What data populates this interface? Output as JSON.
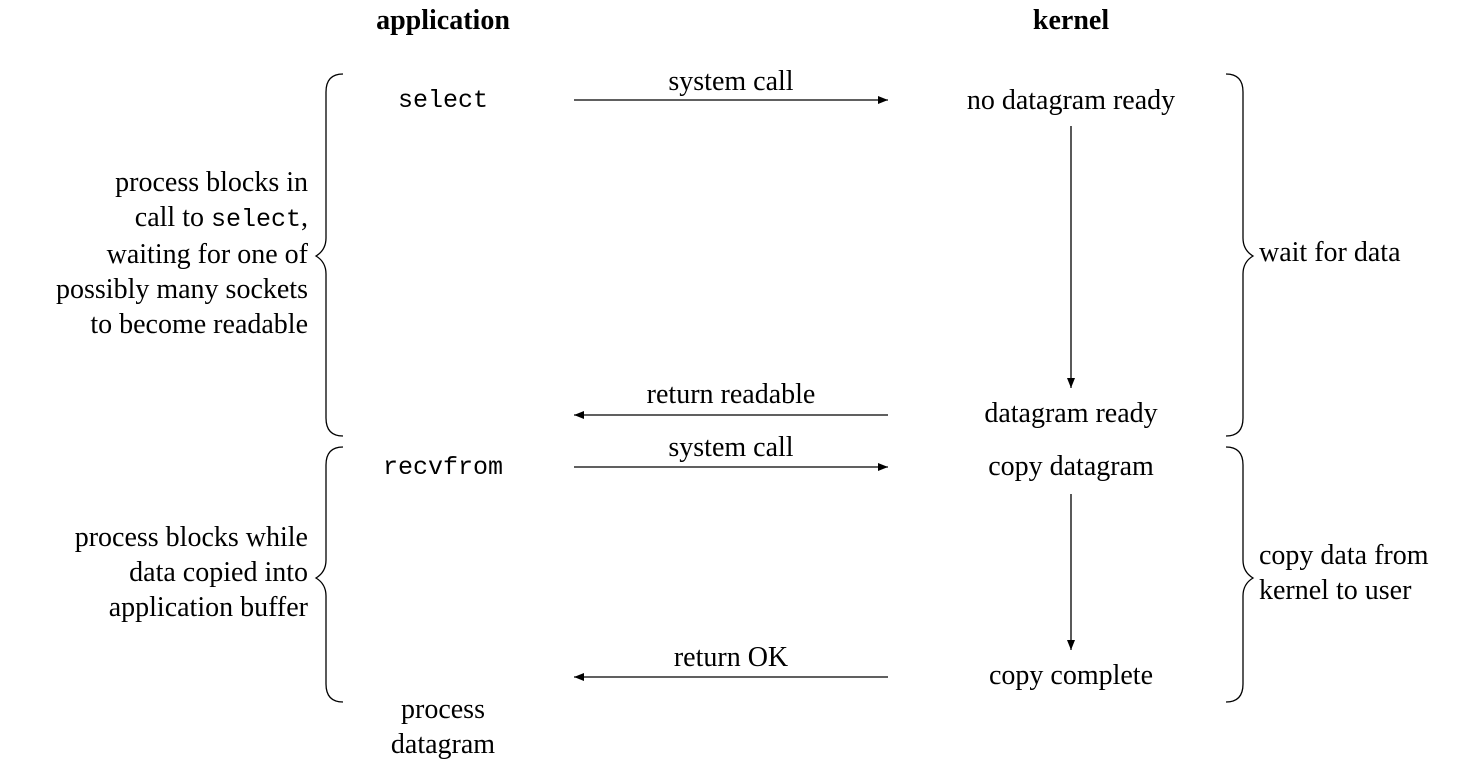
{
  "headers": {
    "application": "application",
    "kernel": "kernel"
  },
  "application_calls": {
    "select": "select",
    "recvfrom": "recvfrom",
    "process_datagram": [
      "process",
      "datagram"
    ]
  },
  "messages": {
    "system_call_1": "system call",
    "return_readable": "return readable",
    "system_call_2": "system call",
    "return_ok": "return OK"
  },
  "kernel_states": {
    "no_datagram_ready": "no datagram ready",
    "datagram_ready": "datagram ready",
    "copy_datagram": "copy datagram",
    "copy_complete": "copy complete"
  },
  "left_notes": {
    "phase1": {
      "line1": "process blocks in",
      "line2_pre": "call to ",
      "line2_code": "select",
      "line2_post": ",",
      "line3": "waiting for one of",
      "line4": "possibly many sockets",
      "line5": "to become readable"
    },
    "phase2": [
      "process blocks while",
      "data copied into",
      "application buffer"
    ]
  },
  "right_notes": {
    "phase1": "wait for data",
    "phase2": [
      "copy data from",
      "kernel to user"
    ]
  }
}
